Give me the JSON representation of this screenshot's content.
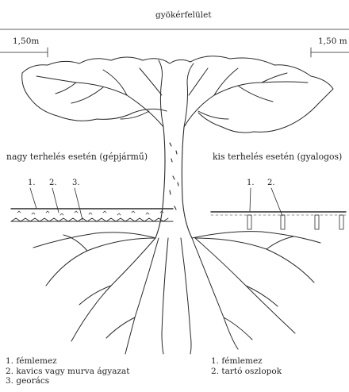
{
  "header": {
    "title": "gyökérfelület",
    "dim_left": "1,50m",
    "dim_right": "1,50 m"
  },
  "cases": {
    "heavy": {
      "caption": "nagy terhelés esetén (gépjármű)",
      "markers": [
        "1.",
        "2.",
        "3."
      ],
      "legend": [
        "1. fémlemez",
        "2. kavics vagy murva ágyazat",
        "3. georács"
      ]
    },
    "light": {
      "caption": "kis terhelés esetén  (gyalogos)",
      "markers": [
        "1.",
        "2."
      ],
      "legend": [
        "1. fémlemez",
        "2. tartó oszlopok"
      ]
    }
  },
  "colors": {
    "ink": "#2a2a2a",
    "background": "#ffffff"
  }
}
